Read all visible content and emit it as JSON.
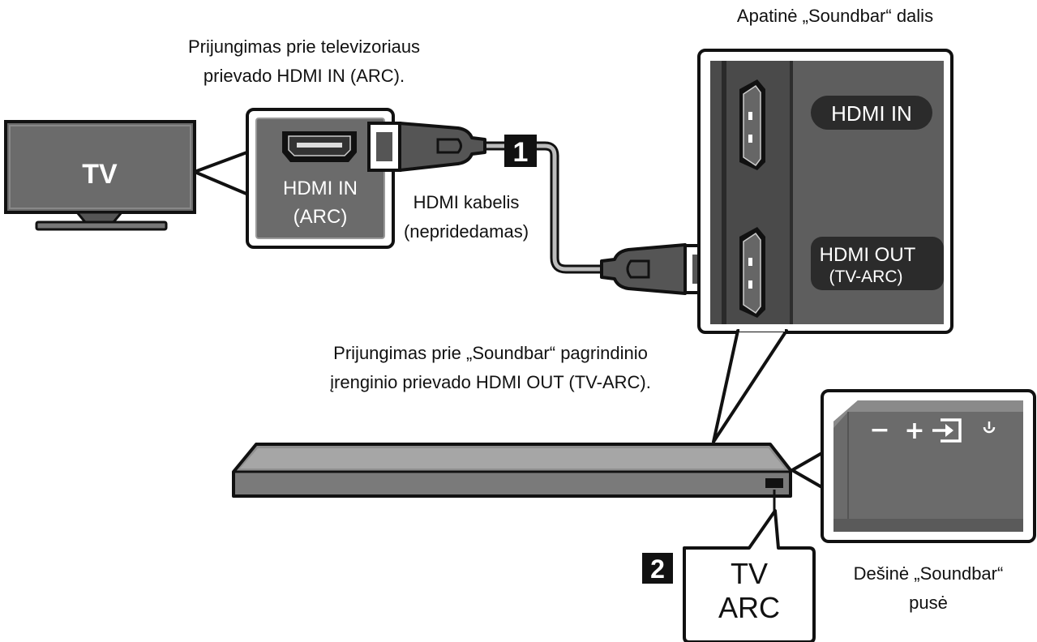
{
  "captions": {
    "tv_connection": [
      "Prijungimas prie televizoriaus",
      "prievado HDMI IN (ARC)."
    ],
    "soundbar_bottom": "Apatinė „Soundbar“ dalis",
    "cable": [
      "HDMI kabelis",
      "(nepridedamas)"
    ],
    "soundbar_connection": [
      "Prijungimas prie „Soundbar“ pagrindinio",
      "įrenginio prievado HDMI OUT (TV-ARC)."
    ],
    "right_side": [
      "Dešinė „Soundbar“",
      "pusė"
    ]
  },
  "tv": {
    "label": "TV"
  },
  "tv_port": {
    "label_line1": "HDMI IN",
    "label_line2": "(ARC)"
  },
  "soundbar_ports": {
    "hdmi_in": "HDMI IN",
    "hdmi_out": "HDMI OUT",
    "hdmi_out_sub": "(TV-ARC)"
  },
  "steps": {
    "one": "1",
    "two": "2"
  },
  "tv_arc_display": {
    "line1": "TV",
    "line2": "ARC"
  },
  "side_panel": {
    "minus": "−",
    "plus": "+"
  },
  "colors": {
    "gray_panel": "#6b6b6b",
    "light_gray": "#9a9a9a",
    "black": "#111111",
    "white": "#ffffff"
  }
}
